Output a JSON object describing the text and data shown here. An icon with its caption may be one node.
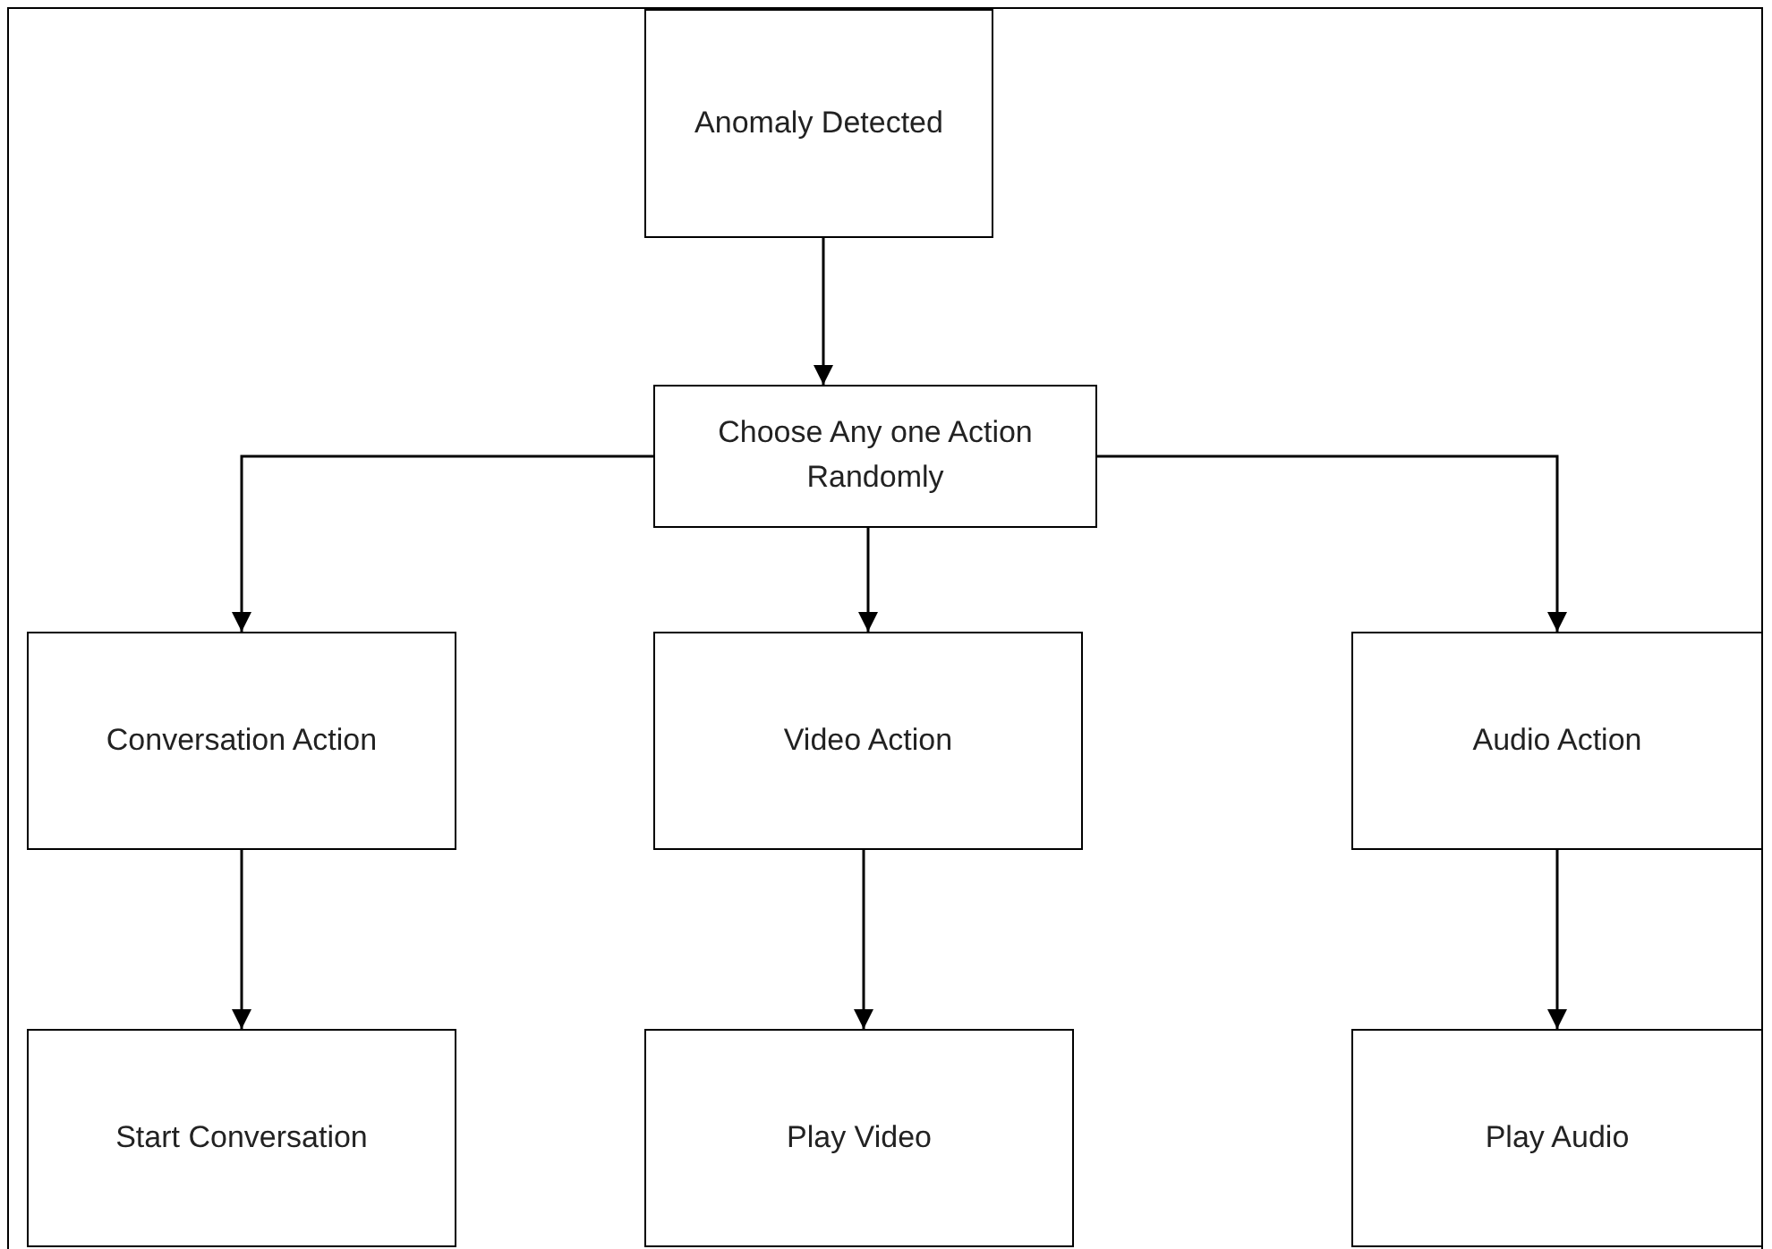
{
  "diagram": {
    "nodes": [
      {
        "text": [
          "Anomaly Detected"
        ]
      },
      {
        "text": [
          "Choose Any one Action Randomly"
        ]
      },
      {
        "text": [
          "Conversation Action"
        ]
      },
      {
        "text": [
          "Video Action"
        ]
      },
      {
        "text": [
          "Audio Action"
        ]
      },
      {
        "text": [
          "Start Conversation"
        ]
      },
      {
        "text": [
          "Play Video"
        ]
      },
      {
        "text": [
          "Play Audio"
        ]
      }
    ],
    "edges": [
      {
        "from": 0,
        "to": 1,
        "arrow": "to"
      },
      {
        "from": 1,
        "to": 2,
        "arrow": "to"
      },
      {
        "from": 1,
        "to": 3,
        "arrow": "to"
      },
      {
        "from": 1,
        "to": 4,
        "arrow": "to"
      },
      {
        "from": 2,
        "to": 5,
        "arrow": "to"
      },
      {
        "from": 3,
        "to": 6,
        "arrow": "to"
      },
      {
        "from": 4,
        "to": 7,
        "arrow": "to"
      }
    ]
  }
}
